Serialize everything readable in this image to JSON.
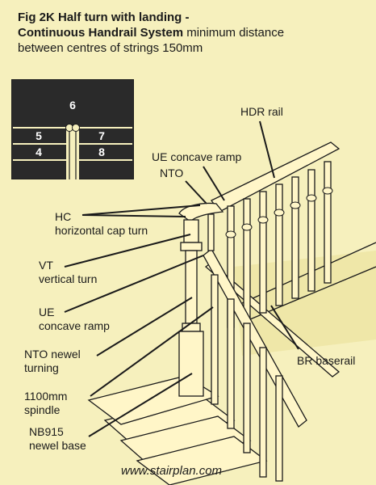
{
  "title": {
    "line1": "Fig 2K Half turn with landing -",
    "line2_bold": "Continuous Handrail System",
    "line2_rest": " minimum distance",
    "line3": "between centres of strings 150mm"
  },
  "plan": {
    "numbers": [
      "6",
      "5",
      "7",
      "4",
      "8"
    ],
    "fill": "#2a2a2a"
  },
  "labels": {
    "hdr_rail": "HDR rail",
    "ue_concave_ramp_top": "UE concave ramp",
    "nto": "NTO",
    "hc_line1": "HC",
    "hc_line2": "horizontal cap turn",
    "vt_line1": "VT",
    "vt_line2": "vertical turn",
    "ue_line1": "UE",
    "ue_line2": "concave ramp",
    "nto_newel_line1": "NTO newel",
    "nto_newel_line2": "turning",
    "spindle_line1": "1100mm",
    "spindle_line2": "spindle",
    "nb_line1": "NB915",
    "nb_line2": "newel base",
    "br_baserail": "BR baserail"
  },
  "footer": "www.stairplan.com",
  "colors": {
    "background": "#f6f0bd",
    "ink": "#1a1a1a",
    "wood": "#fff6c8"
  }
}
